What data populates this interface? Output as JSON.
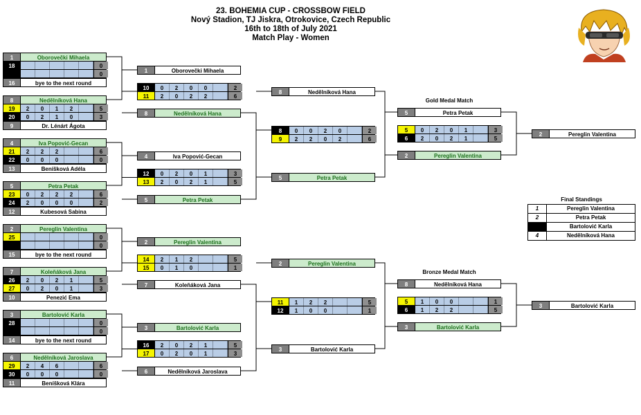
{
  "header": {
    "line1": "23. BOHEMIA CUP - CROSSBOW FIELD",
    "line2": "Nový Stadion, TJ Jiskra, Otrokovice, Czech Republic",
    "line3": "16th to 18th of July 2021",
    "line4": "Match Play - Women"
  },
  "round1": [
    {
      "top": {
        "seed": "1",
        "name": "Oborovečki Mihaela",
        "win": true
      },
      "bottom": {
        "seed": "16",
        "name": "bye to the next round",
        "win": false
      },
      "s1": {
        "seed": "18",
        "sets": [
          "",
          "",
          "",
          "",
          ""
        ],
        "total": "0",
        "win": false
      },
      "s2": {
        "seed": "",
        "sets": [
          "",
          "",
          "",
          "",
          ""
        ],
        "total": "0",
        "win": false
      }
    },
    {
      "top": {
        "seed": "8",
        "name": "Nedělníková Hana",
        "win": true
      },
      "bottom": {
        "seed": "9",
        "name": "Dr. Lénárt Ágota",
        "win": false
      },
      "s1": {
        "seed": "19",
        "sets": [
          "2",
          "0",
          "1",
          "2",
          ""
        ],
        "total": "5",
        "win": true
      },
      "s2": {
        "seed": "20",
        "sets": [
          "0",
          "2",
          "1",
          "0",
          ""
        ],
        "total": "3",
        "win": false
      }
    },
    {
      "top": {
        "seed": "4",
        "name": "Iva Popović-Gecan",
        "win": true
      },
      "bottom": {
        "seed": "13",
        "name": "Beníšková Adéla",
        "win": false
      },
      "s1": {
        "seed": "21",
        "sets": [
          "2",
          "2",
          "2",
          "",
          ""
        ],
        "total": "6",
        "win": true
      },
      "s2": {
        "seed": "22",
        "sets": [
          "0",
          "0",
          "0",
          "",
          ""
        ],
        "total": "0",
        "win": false
      }
    },
    {
      "top": {
        "seed": "5",
        "name": "Petra Petak",
        "win": true
      },
      "bottom": {
        "seed": "12",
        "name": "Kubesová Sabina",
        "win": false
      },
      "s1": {
        "seed": "23",
        "sets": [
          "0",
          "2",
          "2",
          "2",
          ""
        ],
        "total": "6",
        "win": true
      },
      "s2": {
        "seed": "24",
        "sets": [
          "2",
          "0",
          "0",
          "0",
          ""
        ],
        "total": "2",
        "win": false
      }
    },
    {
      "top": {
        "seed": "2",
        "name": "Pereglin Valentina",
        "win": true
      },
      "bottom": {
        "seed": "15",
        "name": "bye to the next round",
        "win": false
      },
      "s1": {
        "seed": "25",
        "sets": [
          "",
          "",
          "",
          "",
          ""
        ],
        "total": "0",
        "win": true
      },
      "s2": {
        "seed": "",
        "sets": [
          "",
          "",
          "",
          "",
          ""
        ],
        "total": "0",
        "win": false
      }
    },
    {
      "top": {
        "seed": "7",
        "name": "Koleňáková Jana",
        "win": true
      },
      "bottom": {
        "seed": "10",
        "name": "Penezić Ema",
        "win": false
      },
      "s1": {
        "seed": "26",
        "sets": [
          "2",
          "0",
          "2",
          "1",
          ""
        ],
        "total": "5",
        "win": false
      },
      "s2": {
        "seed": "27",
        "sets": [
          "0",
          "2",
          "0",
          "1",
          ""
        ],
        "total": "3",
        "win": true
      }
    },
    {
      "top": {
        "seed": "3",
        "name": "Bartolović Karla",
        "win": true
      },
      "bottom": {
        "seed": "14",
        "name": "bye to the next round",
        "win": false
      },
      "s1": {
        "seed": "28",
        "sets": [
          "",
          "",
          "",
          "",
          ""
        ],
        "total": "0",
        "win": false
      },
      "s2": {
        "seed": "",
        "sets": [
          "",
          "",
          "",
          "",
          ""
        ],
        "total": "0",
        "win": false
      }
    },
    {
      "top": {
        "seed": "6",
        "name": "Nedělníková Jaroslava",
        "win": true
      },
      "bottom": {
        "seed": "11",
        "name": "Beníšková Klára",
        "win": false
      },
      "s1": {
        "seed": "29",
        "sets": [
          "2",
          "4",
          "6",
          "",
          ""
        ],
        "total": "6",
        "win": true
      },
      "s2": {
        "seed": "30",
        "sets": [
          "0",
          "0",
          "0",
          "",
          ""
        ],
        "total": "0",
        "win": false
      }
    }
  ],
  "round2": [
    {
      "top": {
        "seed": "1",
        "name": "Oborovečki Mihaela",
        "win": false
      },
      "bottom": {
        "seed": "8",
        "name": "Nedělníková Hana",
        "win": true
      },
      "s1": {
        "seed": "10",
        "sets": [
          "0",
          "2",
          "0",
          "0",
          ""
        ],
        "total": "2",
        "win": false
      },
      "s2": {
        "seed": "11",
        "sets": [
          "2",
          "0",
          "2",
          "2",
          ""
        ],
        "total": "6",
        "win": true
      }
    },
    {
      "top": {
        "seed": "4",
        "name": "Iva Popović-Gecan",
        "win": false
      },
      "bottom": {
        "seed": "5",
        "name": "Petra Petak",
        "win": true
      },
      "s1": {
        "seed": "12",
        "sets": [
          "0",
          "2",
          "0",
          "1",
          ""
        ],
        "total": "3",
        "win": false
      },
      "s2": {
        "seed": "13",
        "sets": [
          "2",
          "0",
          "2",
          "1",
          ""
        ],
        "total": "5",
        "win": true
      }
    },
    {
      "top": {
        "seed": "2",
        "name": "Pereglin Valentina",
        "win": true
      },
      "bottom": {
        "seed": "7",
        "name": "Koleňáková Jana",
        "win": false
      },
      "s1": {
        "seed": "14",
        "sets": [
          "2",
          "1",
          "2",
          "",
          ""
        ],
        "total": "5",
        "win": true
      },
      "s2": {
        "seed": "15",
        "sets": [
          "0",
          "1",
          "0",
          "",
          ""
        ],
        "total": "1",
        "win": true
      }
    },
    {
      "top": {
        "seed": "3",
        "name": "Bartolović Karla",
        "win": true
      },
      "bottom": {
        "seed": "6",
        "name": "Nedělníková Jaroslava",
        "win": false
      },
      "s1": {
        "seed": "16",
        "sets": [
          "2",
          "0",
          "2",
          "1",
          ""
        ],
        "total": "5",
        "win": false
      },
      "s2": {
        "seed": "17",
        "sets": [
          "0",
          "2",
          "0",
          "1",
          ""
        ],
        "total": "3",
        "win": true
      }
    }
  ],
  "semis": [
    {
      "top": {
        "seed": "8",
        "name": "Nedělníková Hana",
        "win": false
      },
      "bottom": {
        "seed": "5",
        "name": "Petra Petak",
        "win": true
      },
      "s1": {
        "seed": "8",
        "sets": [
          "0",
          "0",
          "2",
          "0",
          ""
        ],
        "total": "2",
        "win": false
      },
      "s2": {
        "seed": "9",
        "sets": [
          "2",
          "2",
          "0",
          "2",
          ""
        ],
        "total": "6",
        "win": true
      }
    },
    {
      "top": {
        "seed": "2",
        "name": "Pereglin Valentina",
        "win": true
      },
      "bottom": {
        "seed": "3",
        "name": "Bartolović Karla",
        "win": false
      },
      "s1": {
        "seed": "11",
        "sets": [
          "1",
          "2",
          "2",
          "",
          ""
        ],
        "total": "5",
        "win": true
      },
      "s2": {
        "seed": "12",
        "sets": [
          "1",
          "0",
          "0",
          "",
          ""
        ],
        "total": "1",
        "win": false
      }
    }
  ],
  "gold": {
    "label": "Gold Medal Match",
    "top": {
      "seed": "5",
      "name": "Petra Petak",
      "win": false
    },
    "bottom": {
      "seed": "2",
      "name": "Pereglin Valentina",
      "win": true
    },
    "s1": {
      "seed": "5",
      "sets": [
        "0",
        "2",
        "0",
        "1",
        ""
      ],
      "total": "3",
      "win": true
    },
    "s2": {
      "seed": "6",
      "sets": [
        "2",
        "0",
        "2",
        "1",
        ""
      ],
      "total": "5",
      "win": false
    },
    "result": {
      "seed": "2",
      "name": "Pereglin Valentina"
    }
  },
  "bronze": {
    "label": "Bronze Medal Match",
    "top": {
      "seed": "8",
      "name": "Nedělníková Hana",
      "win": false
    },
    "bottom": {
      "seed": "3",
      "name": "Bartolović Karla",
      "win": true
    },
    "s1": {
      "seed": "5",
      "sets": [
        "1",
        "0",
        "0",
        "",
        ""
      ],
      "total": "1",
      "win": true
    },
    "s2": {
      "seed": "6",
      "sets": [
        "1",
        "2",
        "2",
        "",
        ""
      ],
      "total": "5",
      "win": false
    },
    "result": {
      "seed": "3",
      "name": "Bartolović Karla"
    }
  },
  "standings": {
    "title": "Final Standings",
    "rows": [
      {
        "rank": "1",
        "name": "Pereglin Valentina",
        "black": false
      },
      {
        "rank": "2",
        "name": "Petra Petak",
        "black": false
      },
      {
        "rank": "",
        "name": "Bartolović Karla",
        "black": true
      },
      {
        "rank": "4",
        "name": "Nedělníková Hana",
        "black": false
      }
    ]
  }
}
